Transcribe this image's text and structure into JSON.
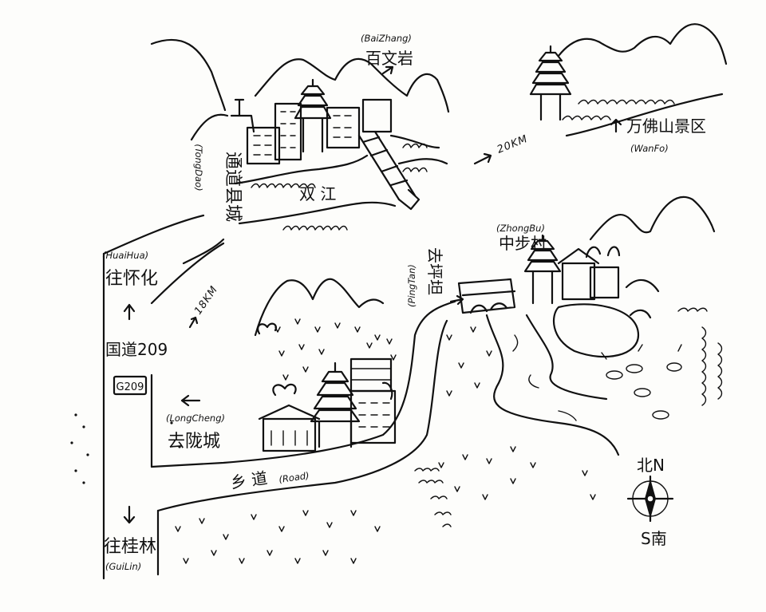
{
  "labels": {
    "baizhang_en": "(BaiZhang)",
    "baizhang_cn": "百文岩",
    "tongdao_en": "(TongDao)",
    "tongdao_cn": "通道县城",
    "shuangjiang_cn": "双 江",
    "wanfo_cn": "万佛山景区",
    "wanfo_en": "(WanFo)",
    "dist_wanfo": "20KM",
    "huaihua_en": "(HuaiHua)",
    "huaihua_cn": "往怀化",
    "dist_huaihua": "18KM",
    "guodao_cn": "国道209",
    "g209_badge": "G209",
    "longcheng_en": "(LongCheng)",
    "longcheng_cn": "去陇城",
    "road_cn": "乡 道",
    "road_en": "(Road)",
    "pingtan_en": "(PingTan)",
    "pingtan_cn": "去坪坦",
    "zhongbu_en": "(ZhongBu)",
    "zhongbu_cn": "中步村",
    "guilin_cn": "往桂林",
    "guilin_en": "(GuiLin)",
    "compass_north": "北N",
    "compass_south": "S南"
  },
  "icons": [
    "pagoda-icon",
    "house-icon",
    "bridge-icon",
    "tree-icon",
    "mountain-icon",
    "arrow-icon",
    "compass-icon"
  ],
  "ink_color": "#111111",
  "paper_color": "#fdfdfb"
}
